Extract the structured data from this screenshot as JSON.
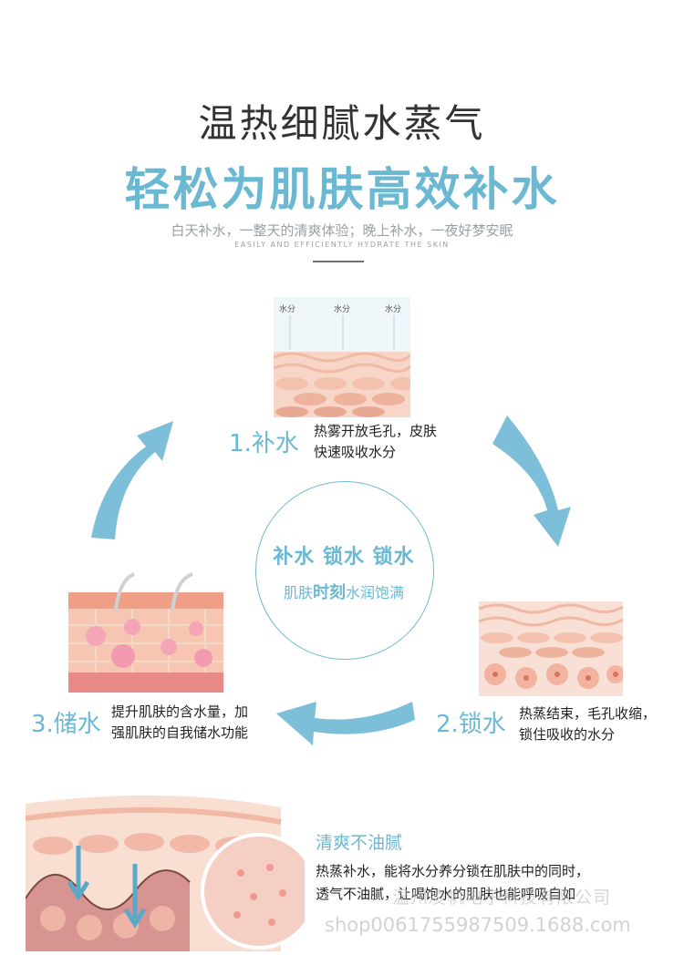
{
  "header": {
    "title": "温热细腻水蒸气",
    "subtitle": "轻松为肌肤高效补水",
    "tagline": "白天补水，一整天的清爽体验；晚上补水，一夜好梦安眠",
    "english": "EASILY AND EFFICIENTLY HYDRATE THE SKIN"
  },
  "steps": [
    {
      "label": "1.补水",
      "desc_line1": "热雾开放毛孔，皮肤",
      "desc_line2": "快速吸收水分",
      "tags": [
        "水分",
        "水分",
        "水分"
      ]
    },
    {
      "label": "2.锁水",
      "desc_line1": "热蒸结束，毛孔收缩，",
      "desc_line2": "锁住吸收的水分"
    },
    {
      "label": "3.储水",
      "desc_line1": "提升肌肤的含水量，加",
      "desc_line2": "强肌肤的自我储水功能"
    }
  ],
  "center": {
    "line1": "补水 锁水 锁水",
    "line2_pre": "肌肤",
    "line2_bold": "时刻",
    "line2_post": "水润饱满"
  },
  "bottom": {
    "title": "清爽不油腻",
    "desc_line1": "热蒸补水，能将水分养分锁在肌肤中的同时，",
    "desc_line2": "透气不油腻，让喝饱水的肌肤也能呼吸自如"
  },
  "watermark": {
    "company": "温州凌帆电子科技有限公司",
    "url": "shop0061755987509.1688.com"
  },
  "colors": {
    "accent": "#6bb8d3",
    "skin": "#f4c2b0",
    "cell": "#e89c8c"
  }
}
